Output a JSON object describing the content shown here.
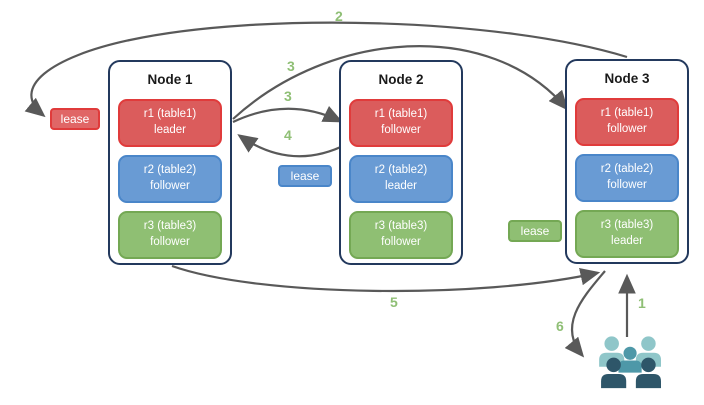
{
  "colors": {
    "red_fill": "#db5c5c",
    "red_border": "#e03b3b",
    "blue_fill": "#699bd4",
    "blue_border": "#4a86c9",
    "green_fill": "#8fbf73",
    "green_border": "#74a854",
    "node_border": "#23395d",
    "arrow": "#595959",
    "step_label": "#8fbf75",
    "users_light": "#8fc6c9",
    "users_mid": "#4e98a8",
    "users_dark": "#2e5669"
  },
  "nodes": [
    {
      "title": "Node 1",
      "replicas": [
        {
          "line1": "r1 (table1)",
          "line2": "leader",
          "color": "red"
        },
        {
          "line1": "r2 (table2)",
          "line2": "follower",
          "color": "blue"
        },
        {
          "line1": "r3 (table3)",
          "line2": "follower",
          "color": "green"
        }
      ]
    },
    {
      "title": "Node 2",
      "replicas": [
        {
          "line1": "r1 (table1)",
          "line2": "follower",
          "color": "red"
        },
        {
          "line1": "r2 (table2)",
          "line2": "leader",
          "color": "blue"
        },
        {
          "line1": "r3 (table3)",
          "line2": "follower",
          "color": "green"
        }
      ]
    },
    {
      "title": "Node 3",
      "replicas": [
        {
          "line1": "r1 (table1)",
          "line2": "follower",
          "color": "red"
        },
        {
          "line1": "r2 (table2)",
          "line2": "follower",
          "color": "blue"
        },
        {
          "line1": "r3 (table3)",
          "line2": "leader",
          "color": "green"
        }
      ]
    }
  ],
  "leases": [
    {
      "label": "lease",
      "color": "red"
    },
    {
      "label": "lease",
      "color": "blue"
    },
    {
      "label": "lease",
      "color": "green"
    }
  ],
  "arrow_labels": {
    "n1": "1",
    "n2": "2",
    "n3a": "3",
    "n3b": "3",
    "n4": "4",
    "n5": "5",
    "n6": "6"
  }
}
